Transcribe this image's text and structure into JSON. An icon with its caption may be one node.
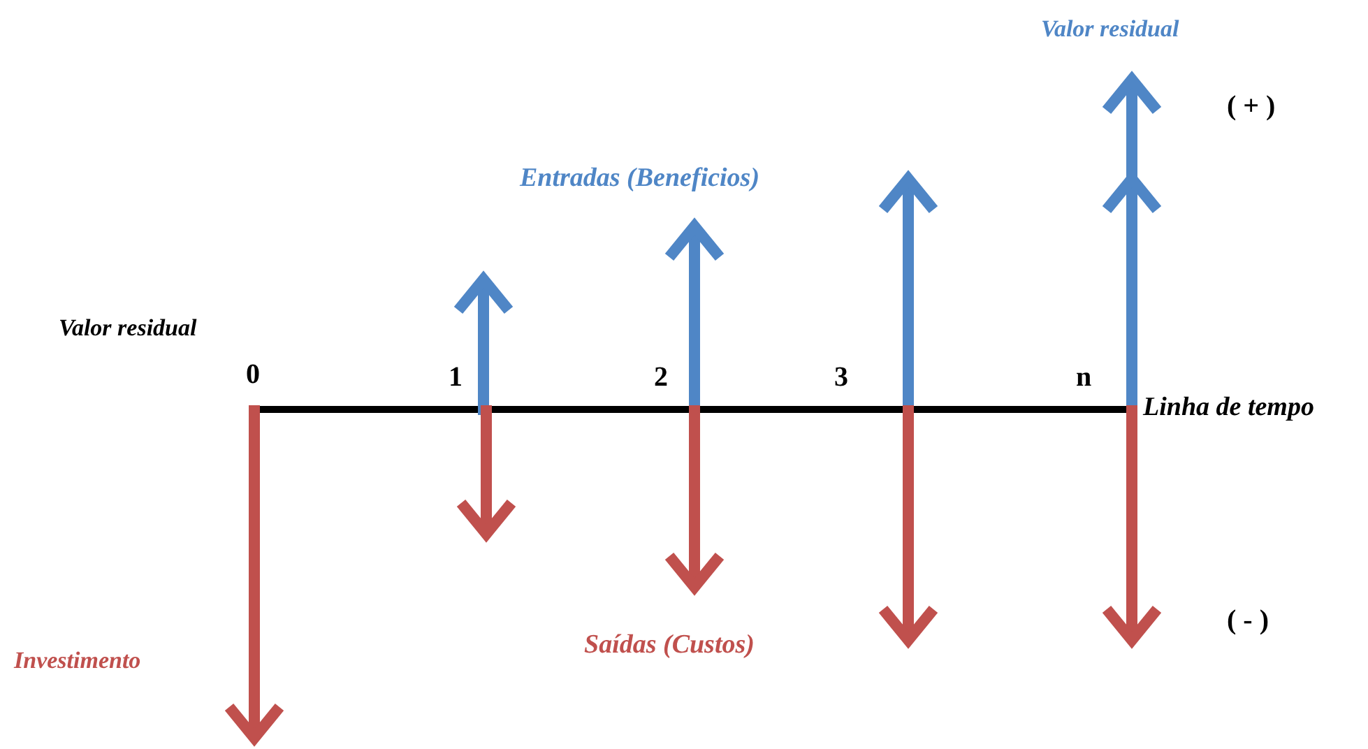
{
  "diagram": {
    "labels": [
      "Valor residual",
      "( + )",
      "Entradas (Beneficios)",
      "Valor residual",
      "0",
      "1",
      "2",
      "3",
      "n",
      "Linha de tempo",
      "Saídas (Custos)",
      "( - )",
      "Investimento"
    ]
  }
}
